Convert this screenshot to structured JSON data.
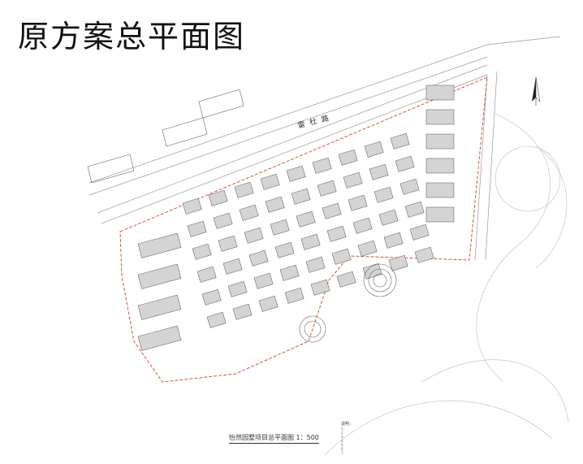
{
  "title": "原方案总平面图",
  "road_label": "雷杜路",
  "caption": "怡然园墅项目总平面图  1：500",
  "notes": {
    "heading": "说明：",
    "lines": [
      "1.",
      "2.",
      "3.",
      "4.",
      "5.",
      "6.",
      "7."
    ]
  },
  "colors": {
    "boundary": "#d9533a",
    "building": "#c9c9c9",
    "line": "#888888"
  },
  "north_arrow_icon": "north-arrow-icon"
}
